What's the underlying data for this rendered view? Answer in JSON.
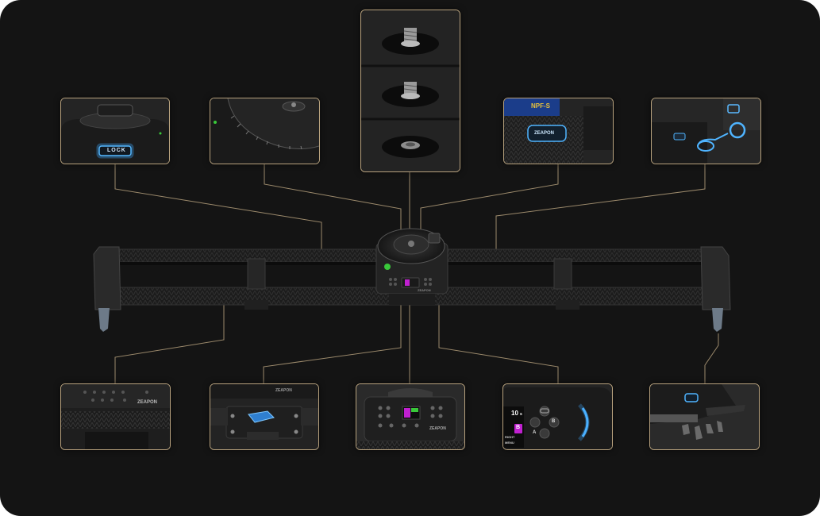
{
  "labels": {
    "lock": "LOCK",
    "brand_small": "ZEAPON",
    "brand_top": "ZEAPON",
    "battery": "NPF-S",
    "screen_big": "10",
    "screen_unit": "s",
    "screen_letter": "B",
    "right_text": "RIGHT",
    "menu_text": "MENU",
    "btn_a": "A",
    "btn_b": "B"
  },
  "colors": {
    "background": "#141414",
    "callout_border": "#b8a27e",
    "glow": "#3fa9ff",
    "screen_accent": "#c020d0"
  }
}
